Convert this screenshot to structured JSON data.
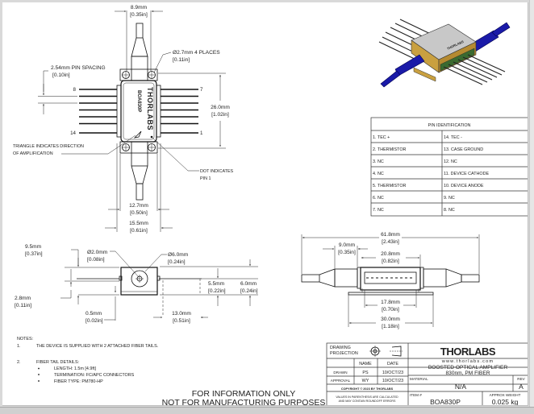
{
  "top_view": {
    "width_dim": {
      "mm": "8.9mm",
      "in": "[0.35in]"
    },
    "hole_dim": {
      "mm": "Ø2.7mm 4 PLACES",
      "in": "[0.11in]"
    },
    "pin_spacing": {
      "mm": "2.54mm PIN SPACING",
      "in": "[0.10in]"
    },
    "length_dim": {
      "mm": "26.0mm",
      "in": "[1.02in]"
    },
    "pin_labels": {
      "top_left": "8",
      "top_right": "7",
      "bottom_left": "14",
      "bottom_right": "1"
    },
    "body_brand": "THORLABS",
    "body_part": "BOA830P",
    "triangle_note": [
      "TRIANGLE INDICATES DIRECTION",
      "OF AMPLIFICATION"
    ],
    "dot_note": [
      "DOT INDICATES",
      "PIN 1"
    ],
    "inner_width_dim": {
      "mm": "12.7mm",
      "in": "[0.50in]"
    },
    "outer_width_dim": {
      "mm": "15.5mm",
      "in": "[0.61in]"
    }
  },
  "pin_table": {
    "title": "PIN IDENTIFICATION",
    "rows": [
      [
        "1. TEC +",
        "14. TEC -"
      ],
      [
        "2. THERMISTOR",
        "13. CASE GROUND"
      ],
      [
        "3. NC",
        "12. NC"
      ],
      [
        "4. NC",
        "11. DEVICE CATHODE"
      ],
      [
        "5. THERMISTOR",
        "10. DEVICE ANODE"
      ],
      [
        "6. NC",
        "9. NC"
      ],
      [
        "7. NC",
        "8. NC"
      ]
    ]
  },
  "end_view": {
    "height_dim": {
      "mm": "9.5mm",
      "in": "[0.37in]"
    },
    "fiber_dia": {
      "mm": "Ø2.0mm",
      "in": "[0.08in]"
    },
    "boot_dia": {
      "mm": "Ø6.0mm",
      "in": "[0.24in]"
    },
    "axis_dim": {
      "mm": "2.8mm",
      "in": "[0.11in]"
    },
    "flange_dim": {
      "mm": "0.5mm",
      "in": "[0.02in]"
    },
    "pin_height_dim": {
      "mm": "5.5mm",
      "in": "[0.22in]"
    },
    "total_height_dim": {
      "mm": "6.0mm",
      "in": "[0.24in]"
    },
    "pin_length_dim": {
      "mm": "13.0mm",
      "in": "[0.51in]"
    }
  },
  "side_view": {
    "overall_dim": {
      "mm": "61.8mm",
      "in": "[2.43in]"
    },
    "boot_dim": {
      "mm": "9.0mm",
      "in": "[0.35in]"
    },
    "body_dim": {
      "mm": "20.8mm",
      "in": "[0.82in]"
    },
    "pins_dim": {
      "mm": "17.8mm",
      "in": "[0.70in]"
    },
    "flange_dim": {
      "mm": "30.0mm",
      "in": "[1.18in]"
    }
  },
  "notes": {
    "heading": "NOTES:",
    "items": [
      {
        "num": "1.",
        "text": "THE DEVICE IS SUPPLIED WITH 2 ATTACHED FIBER TAILS."
      },
      {
        "num": "2.",
        "text": "FIBER TAIL DETAILS:"
      }
    ],
    "bullets": [
      "LENGTH: 1.5m [4.9ft]",
      "TERMINATION: FC/APC CONNECTORS",
      "FIBER TYPE: PM780-HP"
    ],
    "disclaimer": [
      "FOR INFORMATION ONLY",
      "NOT FOR MANUFACTURING PURPOSES"
    ]
  },
  "title_block": {
    "projection_label": [
      "DRAWING",
      "PROJECTION"
    ],
    "col_name": "NAME",
    "col_date": "DATE",
    "drawn_label": "DRAWN",
    "drawn_name": "PS",
    "drawn_date": "10/OCT/23",
    "approval_label": "APPROVAL",
    "approval_name": "WY",
    "approval_date": "10/OCT/23",
    "copyright": "COPYRIGHT © 2023 BY THORLABS",
    "rounding_note": [
      "VALUES IN PARENTHESIS ARE CALCULATED",
      "AND MAY CONTAIN ROUNDOFF ERRORS"
    ],
    "logo": "THORLABS",
    "website": "www.thorlabs.com",
    "title": [
      "BOOSTED OPTICAL AMPLIFIER",
      "830nm, PM FIBER"
    ],
    "material_label": "MATERIAL",
    "material": "N/A",
    "rev_label": "REV",
    "rev": "A",
    "item_label": "ITEM #",
    "item": "BOA830P",
    "weight_label": "APPROX WEIGHT",
    "weight": "0.025 kg"
  },
  "colors": {
    "fiber_boot": "#1a1aa8",
    "package_body": "#c9a040",
    "lid": "#c8c8c8"
  }
}
